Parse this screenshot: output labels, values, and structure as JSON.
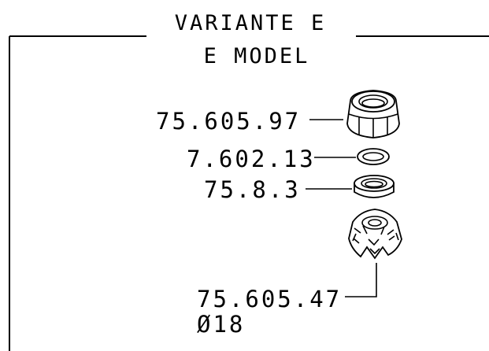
{
  "title": {
    "line1": "VARIANTE E",
    "line2": "E MODEL"
  },
  "parts": [
    {
      "code": "75.605.97",
      "icon": "nut-icon"
    },
    {
      "code": "7.602.13",
      "icon": "o-ring-icon"
    },
    {
      "code": "75.8.3",
      "icon": "compression-ring-icon"
    },
    {
      "code": "75.605.47",
      "icon": "cap-nut-icon"
    }
  ],
  "diameter_label": "Ø18"
}
